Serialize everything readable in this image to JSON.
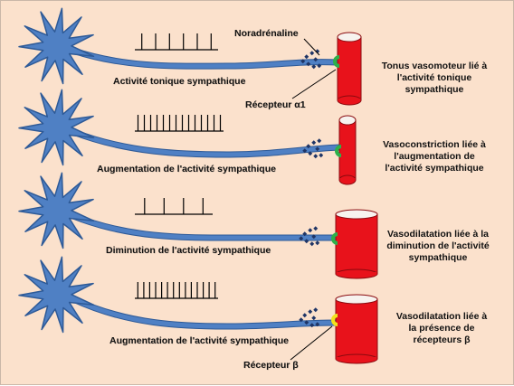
{
  "colors": {
    "background": "#fbe1cc",
    "neuron": "#4f80c4",
    "neuron_outline": "#2e5a97",
    "vessel": "#e8121b",
    "vessel_inner": "#f7f3ef",
    "receptor_alpha": "#2db04a",
    "receptor_beta": "#f2e11d",
    "granule": "#1f3566"
  },
  "labels": {
    "noradrenaline": "Noradrénaline",
    "receptor_alpha": "Récepteur α1",
    "receptor_beta": "Récepteur β"
  },
  "rows": [
    {
      "activity": "Activité tonique sympathique",
      "effect": [
        "Tonus vasomoteur lié à",
        "l'activité tonique",
        "sympathique"
      ],
      "spikes": 6,
      "receptor": "alpha"
    },
    {
      "activity": "Augmentation de l'activité sympathique",
      "effect": [
        "Vasoconstriction liée à",
        "l'augmentation de",
        "l'activité sympathique"
      ],
      "spikes": 14,
      "receptor": "alpha"
    },
    {
      "activity": "Diminution de l'activité sympathique",
      "effect": [
        "Vasodilatation liée à la",
        "diminution de l'activité",
        "sympathique"
      ],
      "spikes": 4,
      "receptor": "alpha"
    },
    {
      "activity": "Augmentation de l'activité sympathique",
      "effect": [
        "Vasodilatation liée à",
        "la présence de",
        "récepteurs β"
      ],
      "spikes": 14,
      "receptor": "beta"
    }
  ]
}
